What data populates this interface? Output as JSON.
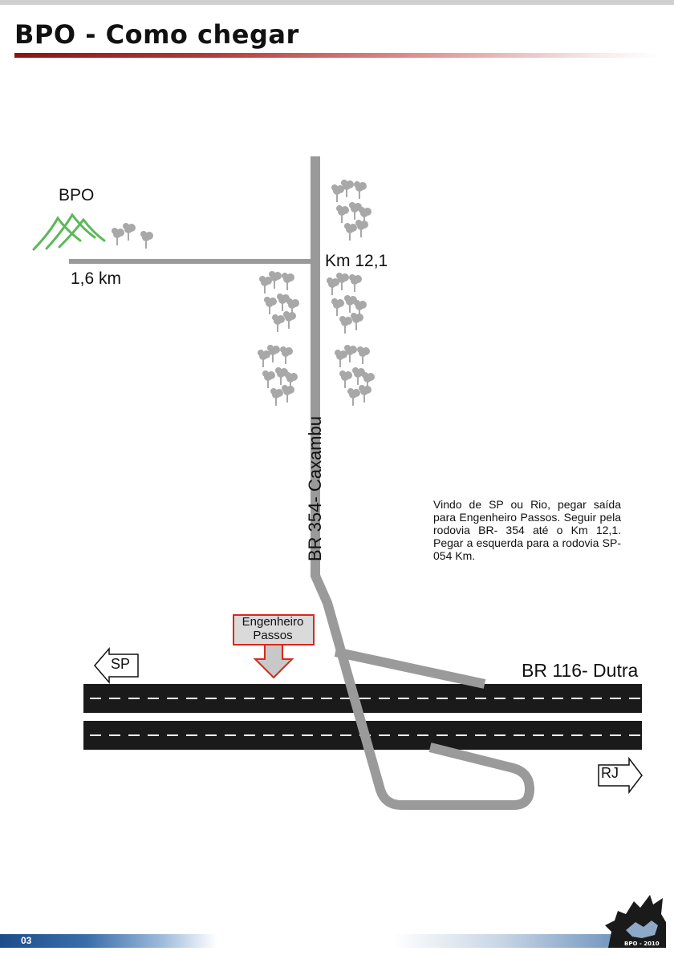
{
  "header": {
    "title": "BPO - Como chegar"
  },
  "map": {
    "destination_label": "BPO",
    "access_distance": "1,6 km",
    "junction_km": "Km 12,1",
    "road_vertical": "BR 354- Caxambu",
    "road_highway": "BR 116- Dutra",
    "exit_sign": "Engenheiro Passos",
    "left_direction": "SP",
    "right_direction": "RJ",
    "colors": {
      "road_gray": "#9a9a9a",
      "highway": "#1a1a1a",
      "mountain_green": "#5cb85a",
      "sign_border": "#d9271c",
      "tree_gray": "#a8a8a8"
    },
    "icons": [
      "mountain-icon",
      "tree-cluster-icon",
      "arrow-left-icon",
      "arrow-right-icon",
      "arrow-down-icon"
    ]
  },
  "directions_text": "Vindo de SP ou Rio, pegar saída para Engenheiro Passos. Seguir pela rodovia BR- 354 até o Km 12,1. Pegar a esquerda para a rodovia SP- 054 Km.",
  "footer": {
    "page_number": "03",
    "logo_text": "BPO - 2010"
  }
}
